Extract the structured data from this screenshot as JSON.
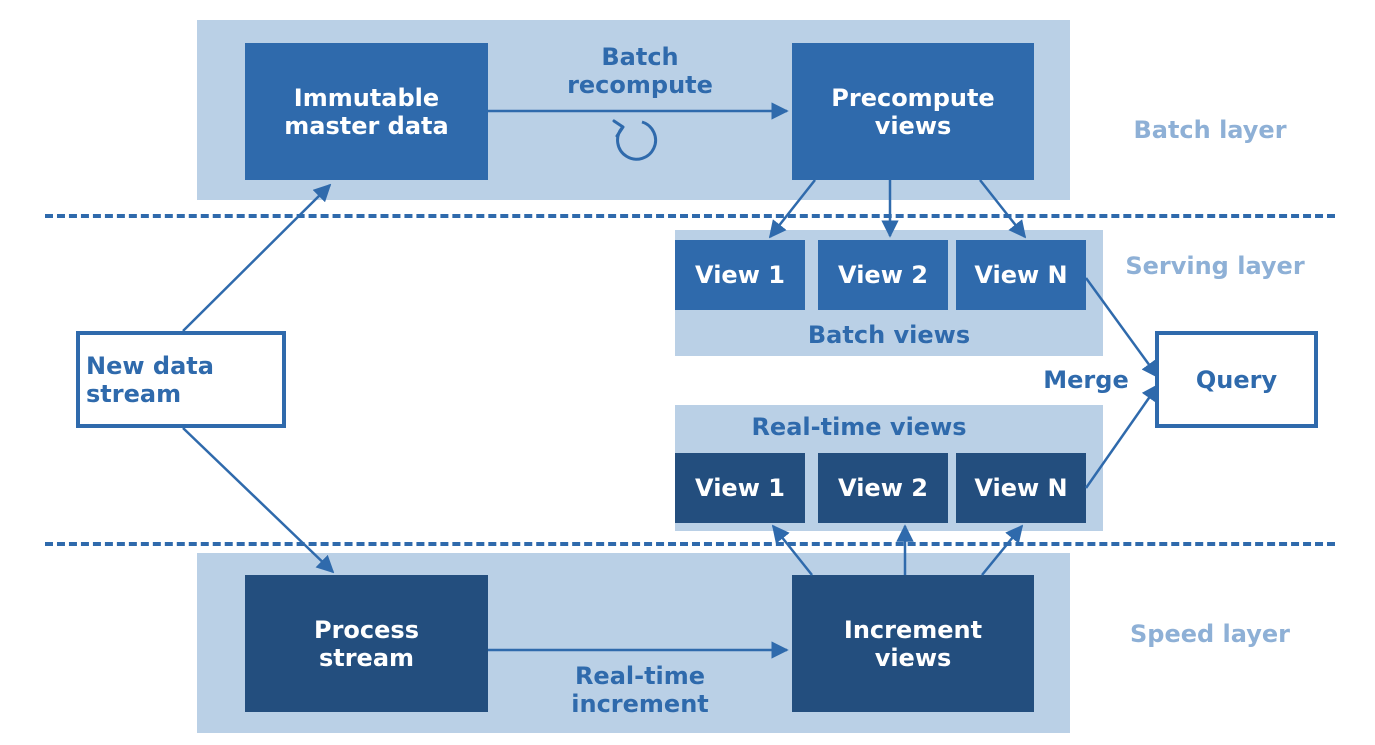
{
  "layers": {
    "batch": "Batch layer",
    "serving": "Serving layer",
    "speed": "Speed layer"
  },
  "nodes": {
    "master_data": [
      "Immutable",
      "master data"
    ],
    "precompute_views": [
      "Precompute",
      "views"
    ],
    "new_data_stream": [
      "New data",
      "stream"
    ],
    "query": "Query",
    "process_stream": [
      "Process",
      "stream"
    ],
    "increment_views": [
      "Increment",
      "views"
    ]
  },
  "edge_labels": {
    "batch_recompute": [
      "Batch",
      "recompute"
    ],
    "realtime_increment": [
      "Real-time",
      "increment"
    ],
    "merge": "Merge"
  },
  "batch_views": {
    "title": "Batch views",
    "items": [
      "View 1",
      "View 2",
      "View N"
    ]
  },
  "realtime_views": {
    "title": "Real-time views",
    "items": [
      "View 1",
      "View 2",
      "View N"
    ]
  },
  "icons": {
    "recompute": "refresh-icon"
  },
  "colors": {
    "primary": "#2f6aac",
    "dark": "#234e7e",
    "panel": "#bad0e6",
    "layer_label": "#8eb0d6"
  }
}
